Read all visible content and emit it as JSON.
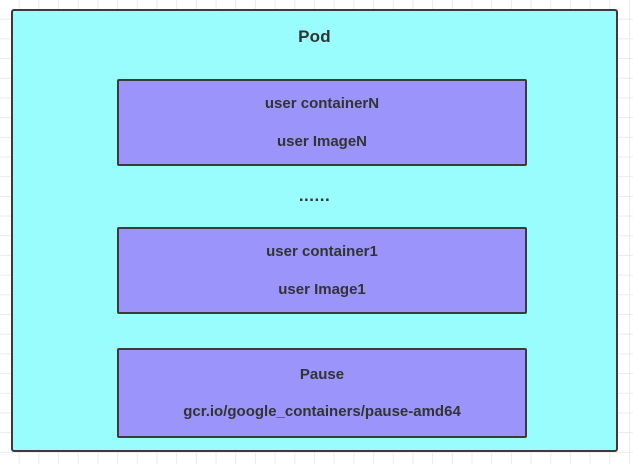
{
  "diagram": {
    "background": {
      "grid": "true",
      "grid_color": "#eceaea",
      "page_color": "#ffffff"
    },
    "pod": {
      "title": "Pod",
      "fill_color": "#99fdfd",
      "border_color": "#3b3b3b"
    },
    "ellipsis": "......",
    "containers": [
      {
        "name_label": "user containerN",
        "image_label": "user ImageN",
        "fill_color": "#9b94fb",
        "border_color": "#3b3b3b"
      },
      {
        "name_label": "user container1",
        "image_label": "user Image1",
        "fill_color": "#9b94fb",
        "border_color": "#3b3b3b"
      },
      {
        "name_label": "Pause",
        "image_label": "gcr.io/google_containers/pause-amd64",
        "fill_color": "#9b94fb",
        "border_color": "#3b3b3b"
      }
    ],
    "text_color": "#333333"
  }
}
